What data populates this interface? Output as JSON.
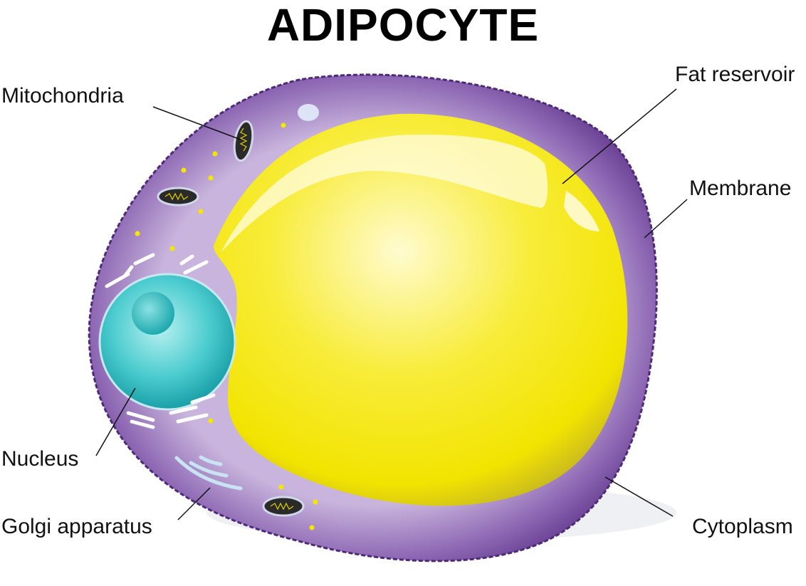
{
  "title": "ADIPOCYTE",
  "labels": {
    "mitochondria": "Mitochondria",
    "fat_reservoir": "Fat reservoir",
    "membrane": "Membrane",
    "nucleus": "Nucleus",
    "golgi": "Golgi apparatus",
    "cytoplasm": "Cytoplasm"
  },
  "colors": {
    "cytoplasm": "#7a4fa0",
    "fat": "#f5e600",
    "nucleus": "#3cc4c8"
  }
}
